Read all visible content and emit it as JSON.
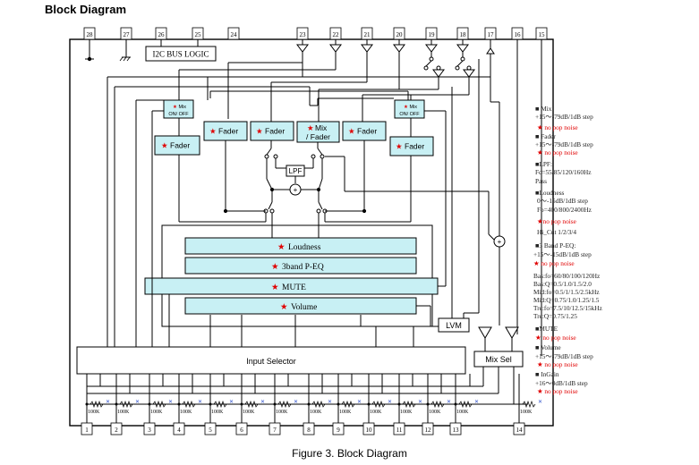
{
  "header": {
    "title": "Block Diagram"
  },
  "caption": "Figure 3. Block Diagram",
  "colors": {
    "block_fill": "#c8f0f4",
    "star": "#e00000",
    "line": "#000000",
    "note_red": "#e00000",
    "resistor_x": "#3355cc"
  },
  "top_pins": [
    "28",
    "27",
    "26",
    "25",
    "24",
    "23",
    "22",
    "21",
    "20",
    "19",
    "18",
    "17",
    "16",
    "15"
  ],
  "bottom_pins": [
    "1",
    "2",
    "3",
    "4",
    "5",
    "6",
    "7",
    "8",
    "9",
    "10",
    "11",
    "12",
    "13",
    "14"
  ],
  "resistor_label": "100K",
  "star_glyph": "★",
  "blocks": {
    "i2c": "I2C BUS LOGIC",
    "mix_onoff_left_1": "Mix",
    "mix_onoff_left_2": "ON/ OFF",
    "mix_onoff_right_1": "Mix",
    "mix_onoff_right_2": "ON/ OFF",
    "fader_a": "Fader",
    "fader_b": "Fader",
    "fader_c": "Fader",
    "mix_fader_1": "Mix",
    "mix_fader_2": "/ Fader",
    "fader_d": "Fader",
    "fader_e": "Fader",
    "lpf": "LPF",
    "summer": "+",
    "loudness": "Loudness",
    "peq": "3band P-EQ",
    "mute": "MUTE",
    "volume": "Volume",
    "lvm": "LVM",
    "input_selector": "Input Selector",
    "mix_sel": "Mix Sel"
  },
  "notes": {
    "mix_title": "■ Mix",
    "mix_range": "+15〜-79dB/1dB step",
    "mix_pop": "★ no pop noise",
    "fader_title": "■ Fader",
    "fader_range": "+15〜-79dB/1dB step",
    "fader_pop": "★ no pop noise",
    "lpf_title": "■LPF:",
    "lpf_fc": "Fc=55/85/120/160Hz",
    "lpf_pass": "Pass",
    "loud_title": "■Loudness",
    "loud_range": "0〜-15dB/1dB step",
    "loud_fo": "Fo=400/800/2400Hz",
    "loud_pop": "★no pop noise",
    "loud_hicut": "Hi_Cut 1/2/3/4",
    "peq_title": "■3 Band P-EQ:",
    "peq_range": "+15〜-15dB/1dB step",
    "peq_pop": "★ no pop noise",
    "peq_bas_fo": "Bas:fo=60/80/100/120Hz",
    "peq_bas_q": "Bas:Q=0.5/1.0/1.5/2.0",
    "peq_mid_fo": "Mid:fo=0.5/1/1.5/2.5kHz",
    "peq_mid_q": "Mid:Q=0.75/1.0/1.25/1.5",
    "peq_tre_fo": "Tre:fo=7.5/10/12.5/15kHz",
    "peq_tre_q": "Tre:Q=0.75/1.25",
    "mute_title": "■MUTE",
    "mute_pop": "★ no pop noise",
    "vol_title": "■ Volume",
    "vol_range": "+15〜-79dB/1dB step",
    "vol_pop": "★ no pop noise",
    "ingain_title": "■ InGain",
    "ingain_range": "+16〜0dB/1dB step",
    "ingain_pop": "★ no pop noise"
  }
}
